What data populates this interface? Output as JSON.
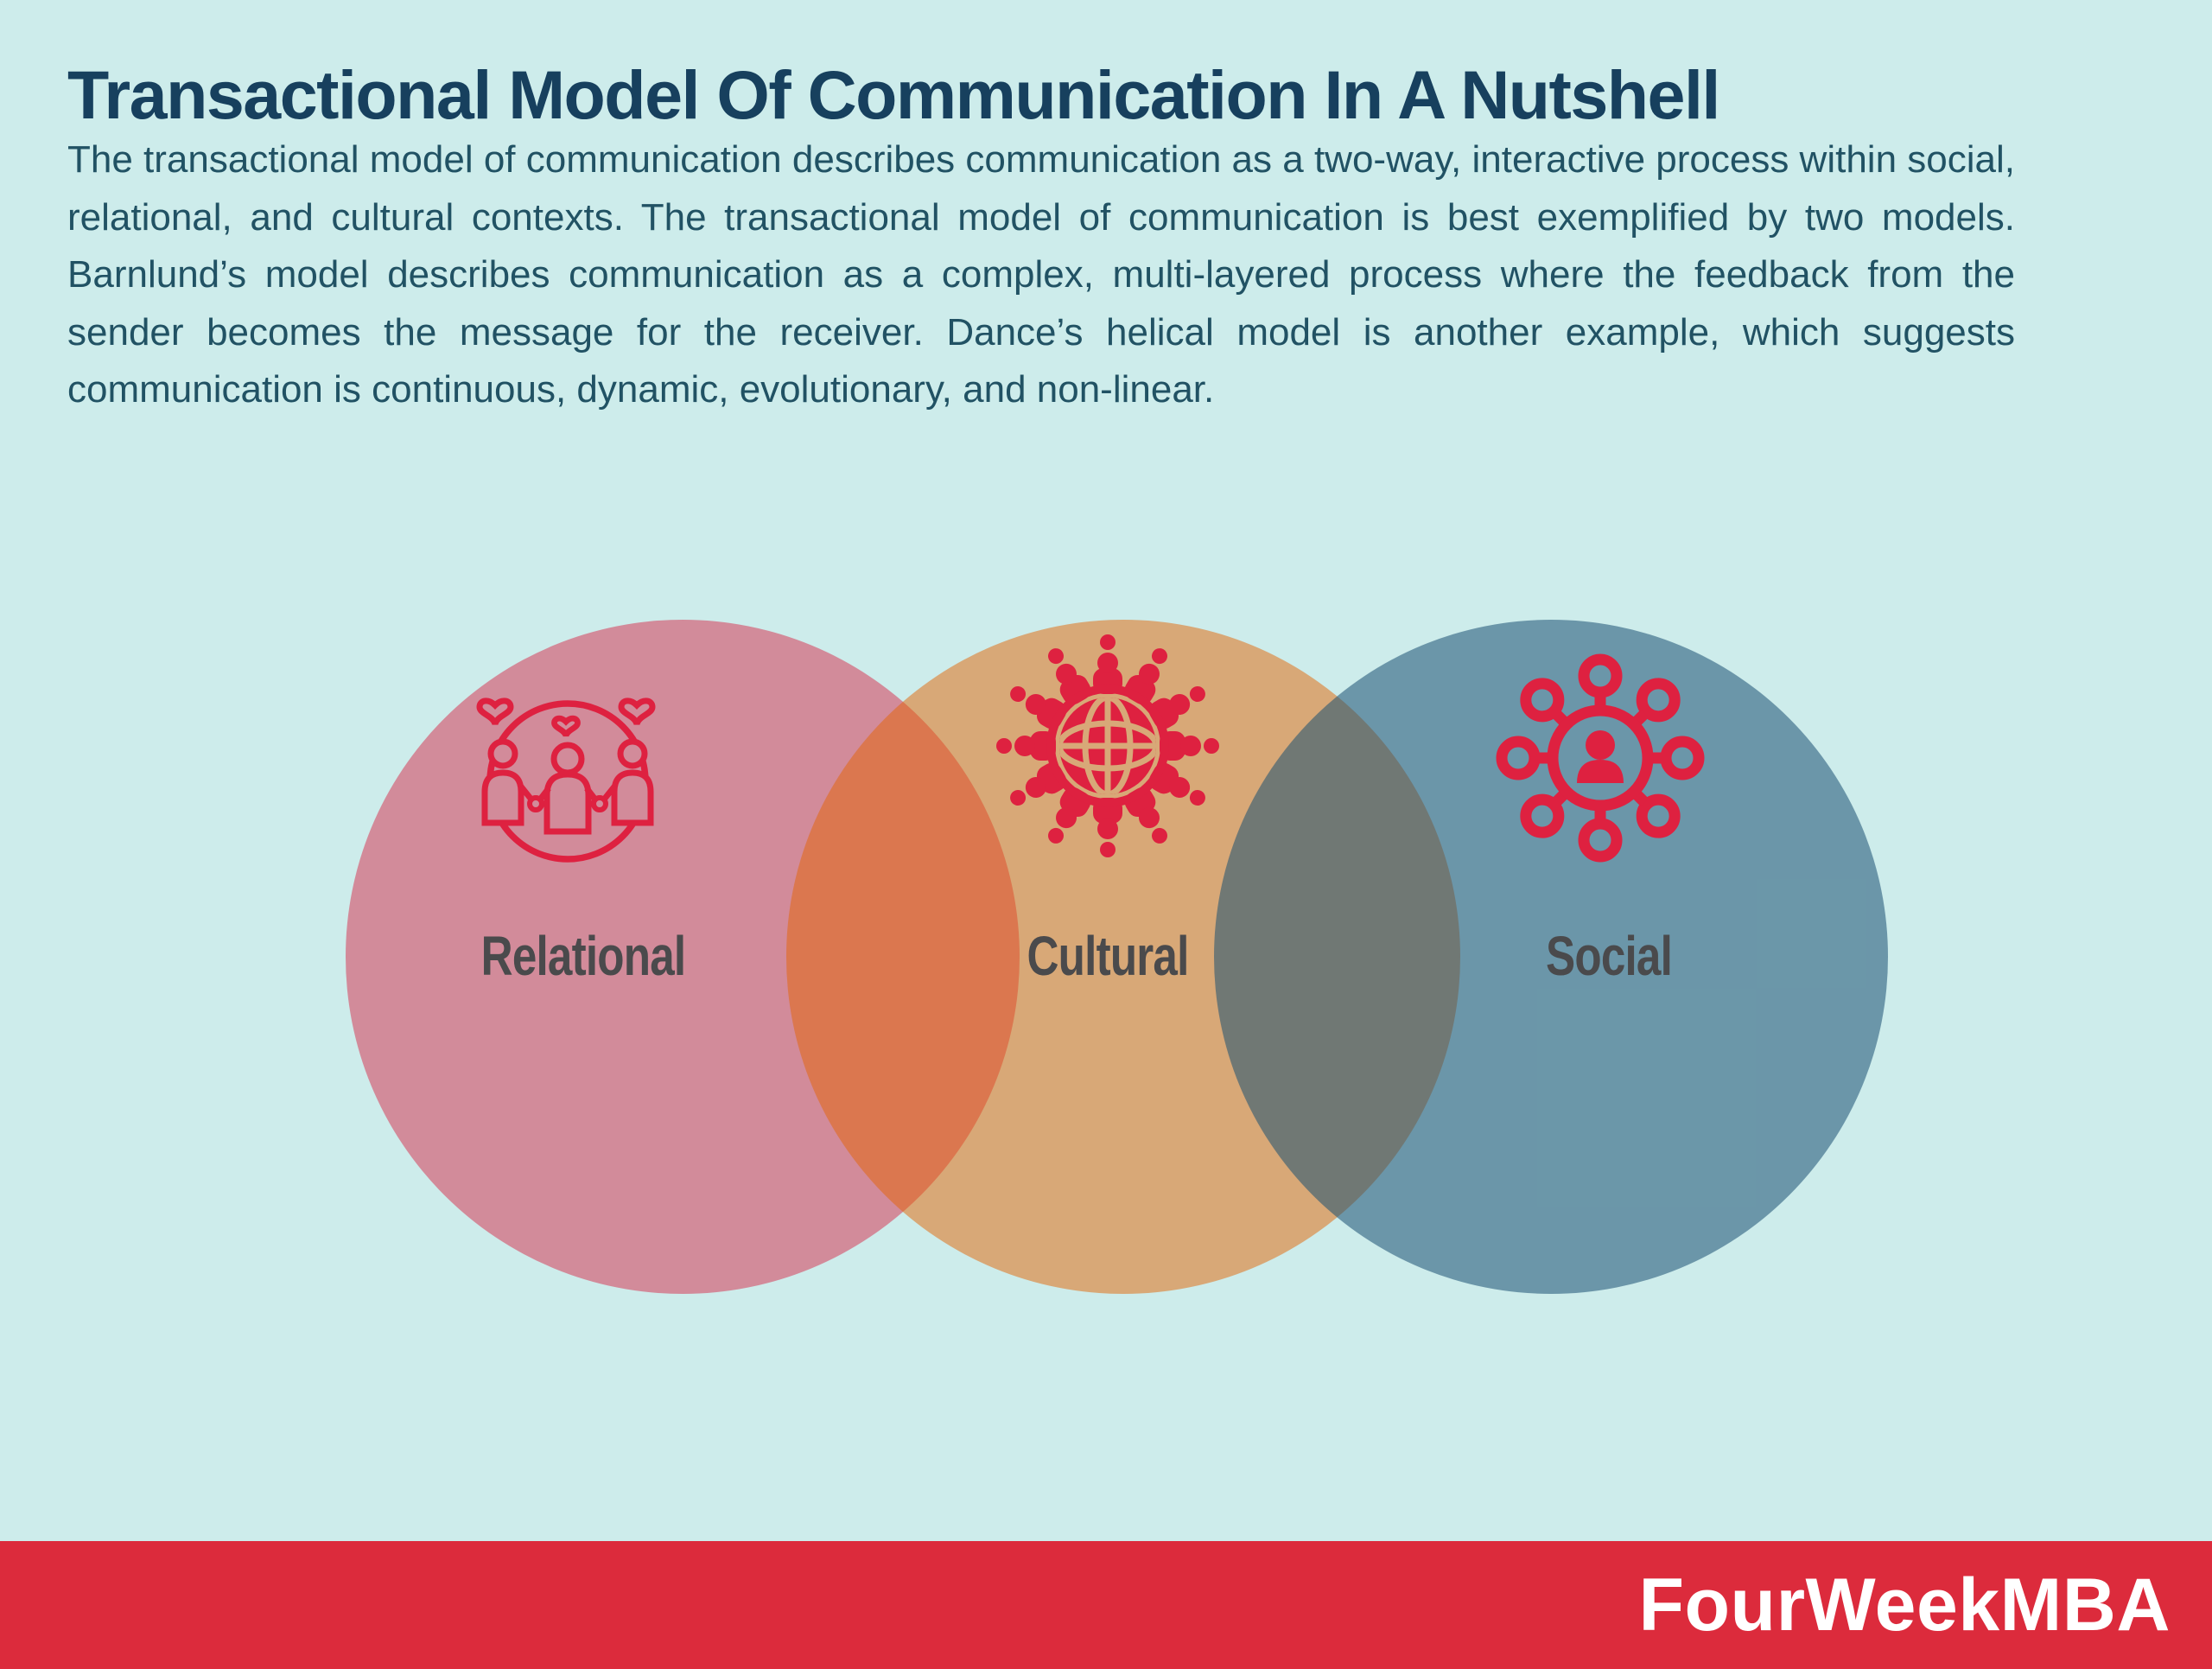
{
  "page": {
    "title": "Transactional Model Of Communication In A Nutshell",
    "description": "The transactional model of communication describes communication as a two-way, interactive process within social, relational, and cultural contexts. The transactional model of communication is best exemplified by two models. Barnlund’s model describes communication as a complex, multi-layered process where the feedback from the sender becomes the message for the receiver. Dance’s helical model is another example, which suggests communication is continuous, dynamic, evolutionary, and non-linear."
  },
  "venn": {
    "type": "venn-diagram",
    "circles": [
      {
        "label": "Relational",
        "icon": "people-holding-hands-hearts-icon",
        "fill": "#d28b9a"
      },
      {
        "label": "Cultural",
        "icon": "globe-surrounded-by-people-icon",
        "fill": "rgba(227,100,4,0.5)"
      },
      {
        "label": "Social",
        "icon": "person-network-hub-icon",
        "fill": "rgba(27,81,114,0.55)"
      }
    ]
  },
  "footer": {
    "brand": "FourWeekMBA"
  },
  "colors": {
    "bg": "#cdeceb",
    "title": "#17405e",
    "body": "#215264",
    "label": "#4a4a4c",
    "relational": "#d28b9a",
    "cultural": "rgba(227,100,4,0.5)",
    "social": "rgba(27,81,114,0.55)",
    "icon-red": "#de2140",
    "globe-grid": "#d8a878",
    "footer-red": "#dc2b3c",
    "white": "#ffffff"
  }
}
